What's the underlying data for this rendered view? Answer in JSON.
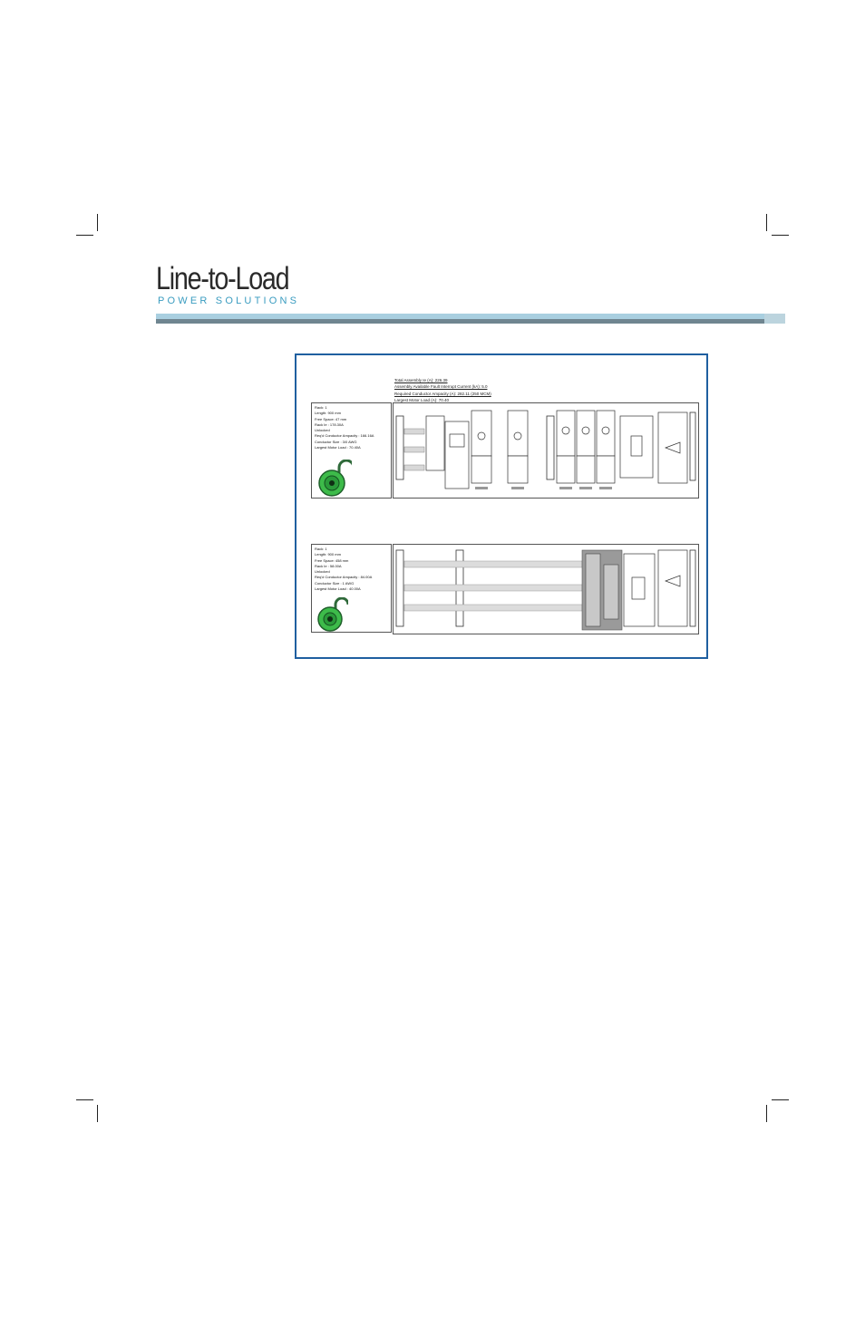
{
  "brand": {
    "name": "Line-to-Load",
    "tagline": "POWER SOLUTIONS"
  },
  "figure": {
    "header_lines": [
      "Total Assembly Ie (A): 226.39",
      "Assembly Available Fault Interrupt Current (kA): 5.0",
      "Required Conductor Ampacity (A): 282.11 (250 MCM)",
      "Largest Motor Load (A): 70.40"
    ],
    "rack1": {
      "lines": [
        "Rack: 1",
        "Length: 900 mm",
        "Free Space: 47 mm",
        "Rack Ie : 178.30A",
        "Unlocked",
        "Req'd Conductor Ampacity : 166.16A",
        "Conductor Size : 3/0 AWG",
        "Largest Motor Load : 70.40A"
      ]
    },
    "rack2": {
      "lines": [
        "Rack: 1",
        "Length: 900 mm",
        "Free Space: 458 mm",
        "Rack Ie : 58.00A",
        "Unlocked",
        "Req'd Conductor Ampacity : 84.00A",
        "Conductor Size : 1 AWG",
        "Largest Motor Load : 40.00A"
      ]
    }
  },
  "colors": {
    "frame_border": "#1f5fa0",
    "band_light": "#a9cfe0",
    "band_dark": "#6f8590",
    "tagline": "#3a9cc0",
    "lock_green": "#3dbb4a"
  }
}
